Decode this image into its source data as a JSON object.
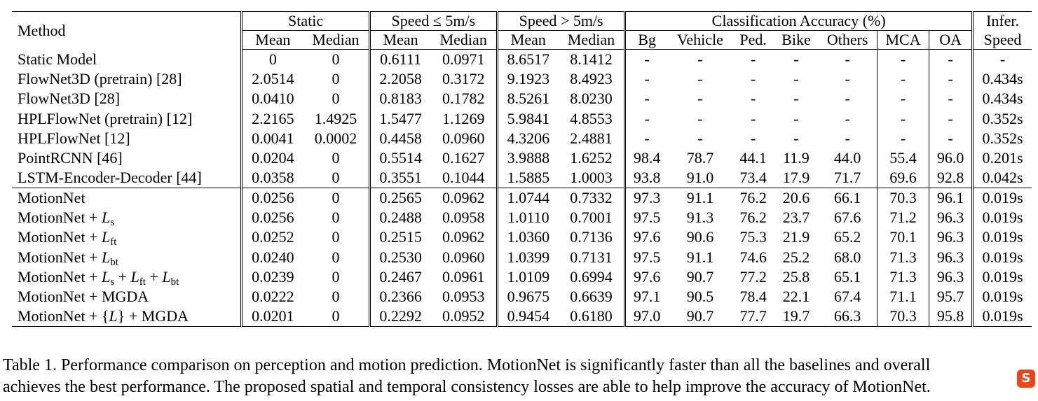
{
  "table": {
    "group_headers": {
      "method": "Method",
      "static": "Static",
      "speed_le": "Speed ≤ 5m/s",
      "speed_gt": "Speed > 5m/s",
      "cls": "Classification Accuracy (%)",
      "infer_top": "Infer.",
      "infer_bottom": "Speed"
    },
    "sub_headers": [
      "Mean",
      "Median",
      "Mean",
      "Median",
      "Mean",
      "Median",
      "Bg",
      "Vehicle",
      "Ped.",
      "Bike",
      "Others",
      "MCA",
      "OA"
    ],
    "rows": [
      {
        "method": "Static Model",
        "values": [
          "0",
          "0",
          "0.6111",
          "0.0971",
          "8.6517",
          "8.1412",
          "-",
          "-",
          "-",
          "-",
          "-",
          "-",
          "-",
          "-"
        ],
        "bold": [
          0,
          1
        ]
      },
      {
        "method": "FlowNet3D (pretrain) [28]",
        "values": [
          "2.0514",
          "0",
          "2.2058",
          "0.3172",
          "9.1923",
          "8.4923",
          "-",
          "-",
          "-",
          "-",
          "-",
          "-",
          "-",
          "0.434s"
        ],
        "bold": []
      },
      {
        "method": "FlowNet3D [28]",
        "values": [
          "0.0410",
          "0",
          "0.8183",
          "0.1782",
          "8.5261",
          "8.0230",
          "-",
          "-",
          "-",
          "-",
          "-",
          "-",
          "-",
          "0.434s"
        ],
        "bold": []
      },
      {
        "method": "HPLFlowNet (pretrain) [12]",
        "values": [
          "2.2165",
          "1.4925",
          "1.5477",
          "1.1269",
          "5.9841",
          "4.8553",
          "-",
          "-",
          "-",
          "-",
          "-",
          "-",
          "-",
          "0.352s"
        ],
        "bold": []
      },
      {
        "method": "HPLFlowNet [12]",
        "values": [
          "0.0041",
          "0.0002",
          "0.4458",
          "0.0960",
          "4.3206",
          "2.4881",
          "-",
          "-",
          "-",
          "-",
          "-",
          "-",
          "-",
          "0.352s"
        ],
        "bold": []
      },
      {
        "method": "PointRCNN [46]",
        "values": [
          "0.0204",
          "0",
          "0.5514",
          "0.1627",
          "3.9888",
          "1.6252",
          "98.4",
          "78.7",
          "44.1",
          "11.9",
          "44.0",
          "55.4",
          "96.0",
          "0.201s"
        ],
        "bold": []
      },
      {
        "method": "LSTM-Encoder-Decoder [44]",
        "values": [
          "0.0358",
          "0",
          "0.3551",
          "0.1044",
          "1.5885",
          "1.0003",
          "93.8",
          "91.0",
          "73.4",
          "17.9",
          "71.7",
          "69.6",
          "92.8",
          "0.042s"
        ],
        "bold": []
      },
      {
        "method": "MotionNet",
        "values": [
          "0.0256",
          "0",
          "0.2565",
          "0.0962",
          "1.0744",
          "0.7332",
          "97.3",
          "91.1",
          "76.2",
          "20.6",
          "66.1",
          "70.3",
          "96.1",
          "0.019s"
        ],
        "bold": []
      },
      {
        "method": "MotionNet + ",
        "math": "s",
        "values": [
          "0.0256",
          "0",
          "0.2488",
          "0.0958",
          "1.0110",
          "0.7001",
          "97.5",
          "91.3",
          "76.2",
          "23.7",
          "67.6",
          "71.2",
          "96.3",
          "0.019s"
        ],
        "bold": []
      },
      {
        "method": "MotionNet + ",
        "math": "ft",
        "values": [
          "0.0252",
          "0",
          "0.2515",
          "0.0962",
          "1.0360",
          "0.7136",
          "97.6",
          "90.6",
          "75.3",
          "21.9",
          "65.2",
          "70.1",
          "96.3",
          "0.019s"
        ],
        "bold": []
      },
      {
        "method": "MotionNet + ",
        "math": "bt",
        "values": [
          "0.0240",
          "0",
          "0.2530",
          "0.0960",
          "1.0399",
          "0.7131",
          "97.5",
          "91.1",
          "74.6",
          "25.2",
          "68.0",
          "71.3",
          "96.3",
          "0.019s"
        ],
        "bold": []
      },
      {
        "method": "MotionNet + ",
        "math": "all",
        "values": [
          "0.0239",
          "0",
          "0.2467",
          "0.0961",
          "1.0109",
          "0.6994",
          "97.6",
          "90.7",
          "77.2",
          "25.8",
          "65.1",
          "71.3",
          "96.3",
          "0.019s"
        ],
        "bold": [
          11,
          12
        ]
      },
      {
        "method": "MotionNet + MGDA",
        "values": [
          "0.0222",
          "0",
          "0.2366",
          "0.0953",
          "0.9675",
          "0.6639",
          "97.1",
          "90.5",
          "78.4",
          "22.1",
          "67.4",
          "71.1",
          "95.7",
          "0.019s"
        ],
        "bold": []
      },
      {
        "method": "MotionNet + ",
        "math": "setL",
        "suffix": " + MGDA",
        "values": [
          "0.0201",
          "0",
          "0.2292",
          "0.0952",
          "0.9454",
          "0.6180",
          "97.0",
          "90.7",
          "77.7",
          "19.7",
          "66.3",
          "70.3",
          "95.8",
          "0.019s"
        ],
        "bold": [
          2,
          3,
          4,
          5
        ]
      }
    ]
  },
  "caption": {
    "line1": "Table 1. Performance comparison on perception and motion prediction. MotionNet is significantly faster than all the baselines and overall",
    "line2": "achieves the best performance. The proposed spatial and temporal consistency losses are able to help improve the accuracy of MotionNet."
  }
}
